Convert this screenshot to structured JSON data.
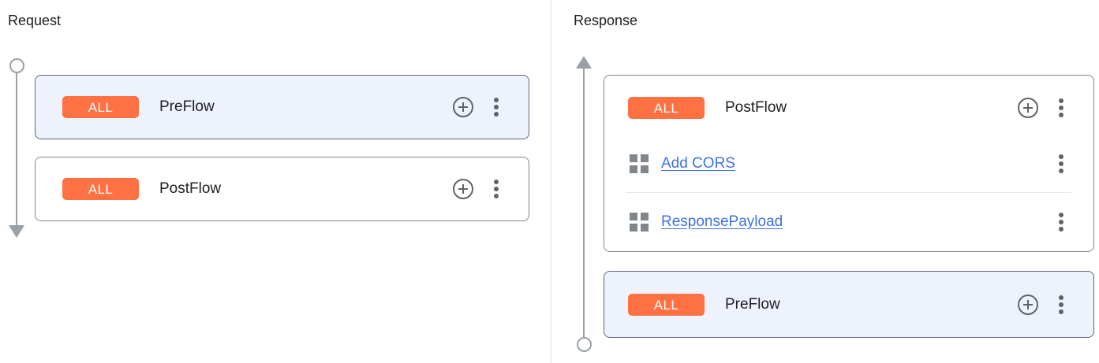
{
  "panels": {
    "request": {
      "heading": "Request",
      "rail": {
        "start_icon": "circle",
        "end_icon": "arrow-down"
      },
      "cards": [
        {
          "selected": true,
          "badge": "ALL",
          "name": "PreFlow",
          "actions": [
            "add-icon",
            "more-vert-icon"
          ],
          "policies": []
        },
        {
          "selected": false,
          "badge": "ALL",
          "name": "PostFlow",
          "actions": [
            "add-icon",
            "more-vert-icon"
          ],
          "policies": []
        }
      ]
    },
    "response": {
      "heading": "Response",
      "rail": {
        "start_icon": "arrow-up",
        "end_icon": "circle"
      },
      "cards": [
        {
          "selected": false,
          "badge": "ALL",
          "name": "PostFlow",
          "actions": [
            "add-icon",
            "more-vert-icon"
          ],
          "policies": [
            {
              "icon": "policy-grid-icon",
              "label": "Add CORS",
              "action": "more-vert-icon"
            },
            {
              "icon": "policy-grid-icon",
              "label": "ResponsePayload",
              "action": "more-vert-icon"
            }
          ]
        },
        {
          "selected": true,
          "badge": "ALL",
          "name": "PreFlow",
          "actions": [
            "add-icon",
            "more-vert-icon"
          ],
          "policies": []
        }
      ]
    }
  },
  "colors": {
    "badge_background": "#ff7043",
    "badge_text": "#ffffff",
    "selected_card_background": "#edf2fd",
    "selected_card_border": "#5f6673",
    "card_border": "#80868b",
    "link": "#3f72e0",
    "rail": "#9aa0a6",
    "icon": "#5f6368",
    "divider": "#e0e0e0"
  }
}
